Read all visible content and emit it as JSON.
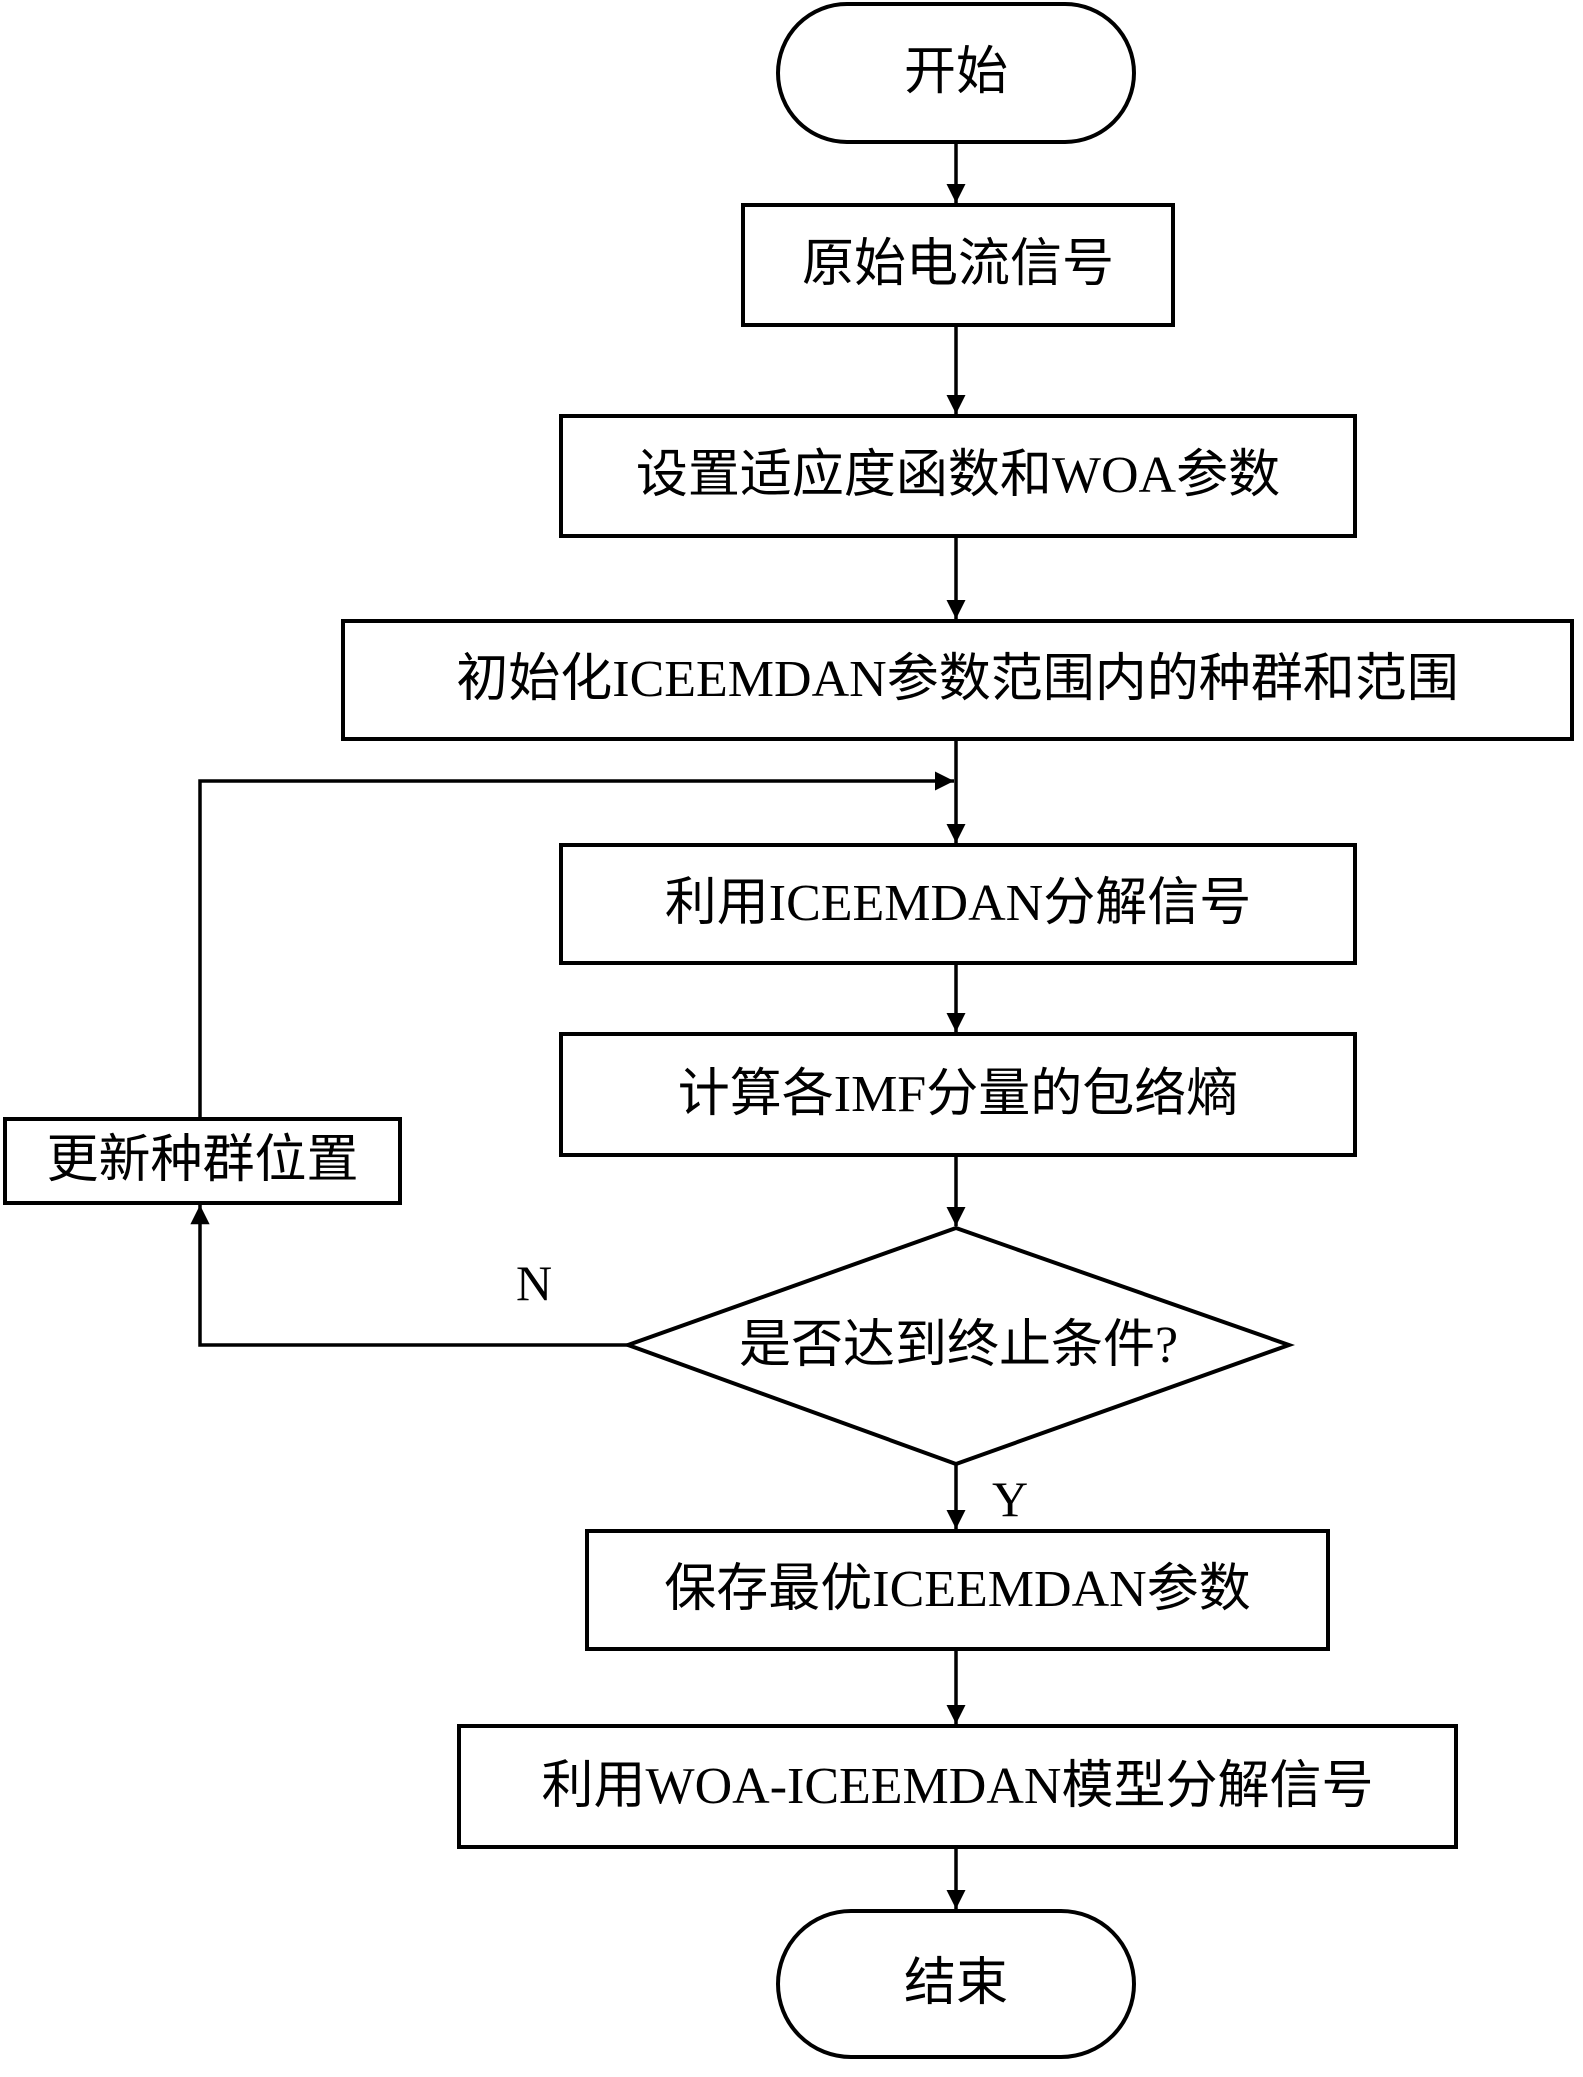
{
  "diagram": {
    "type": "flowchart",
    "nodes": [
      {
        "id": "start",
        "shape": "terminator",
        "label": "开始"
      },
      {
        "id": "raw-signal",
        "shape": "process",
        "label": "原始电流信号"
      },
      {
        "id": "set-params",
        "shape": "process",
        "label": "设置适应度函数和WOA参数"
      },
      {
        "id": "init-population",
        "shape": "process",
        "label": "初始化ICEEMDAN参数范围内的种群和范围"
      },
      {
        "id": "decompose",
        "shape": "process",
        "label": "利用ICEEMDAN分解信号"
      },
      {
        "id": "envelope-entropy",
        "shape": "process",
        "label": "计算各IMF分量的包络熵"
      },
      {
        "id": "update-position",
        "shape": "process",
        "label": "更新种群位置"
      },
      {
        "id": "check-stop",
        "shape": "decision",
        "label": "是否达到终止条件?"
      },
      {
        "id": "save-best",
        "shape": "process",
        "label": "保存最优ICEEMDAN参数"
      },
      {
        "id": "woa-decompose",
        "shape": "process",
        "label": "利用WOA-ICEEMDAN模型分解信号"
      },
      {
        "id": "end",
        "shape": "terminator",
        "label": "结束"
      }
    ],
    "edges": [
      {
        "from": "start",
        "to": "raw-signal",
        "label": ""
      },
      {
        "from": "raw-signal",
        "to": "set-params",
        "label": ""
      },
      {
        "from": "set-params",
        "to": "init-population",
        "label": ""
      },
      {
        "from": "init-population",
        "to": "decompose",
        "label": ""
      },
      {
        "from": "decompose",
        "to": "envelope-entropy",
        "label": ""
      },
      {
        "from": "envelope-entropy",
        "to": "check-stop",
        "label": ""
      },
      {
        "from": "check-stop",
        "to": "update-position",
        "label": "N"
      },
      {
        "from": "update-position",
        "to": "decompose",
        "label": ""
      },
      {
        "from": "check-stop",
        "to": "save-best",
        "label": "Y"
      },
      {
        "from": "save-best",
        "to": "woa-decompose",
        "label": ""
      },
      {
        "from": "woa-decompose",
        "to": "end",
        "label": ""
      }
    ],
    "labels": {
      "no": "N",
      "yes": "Y"
    }
  }
}
